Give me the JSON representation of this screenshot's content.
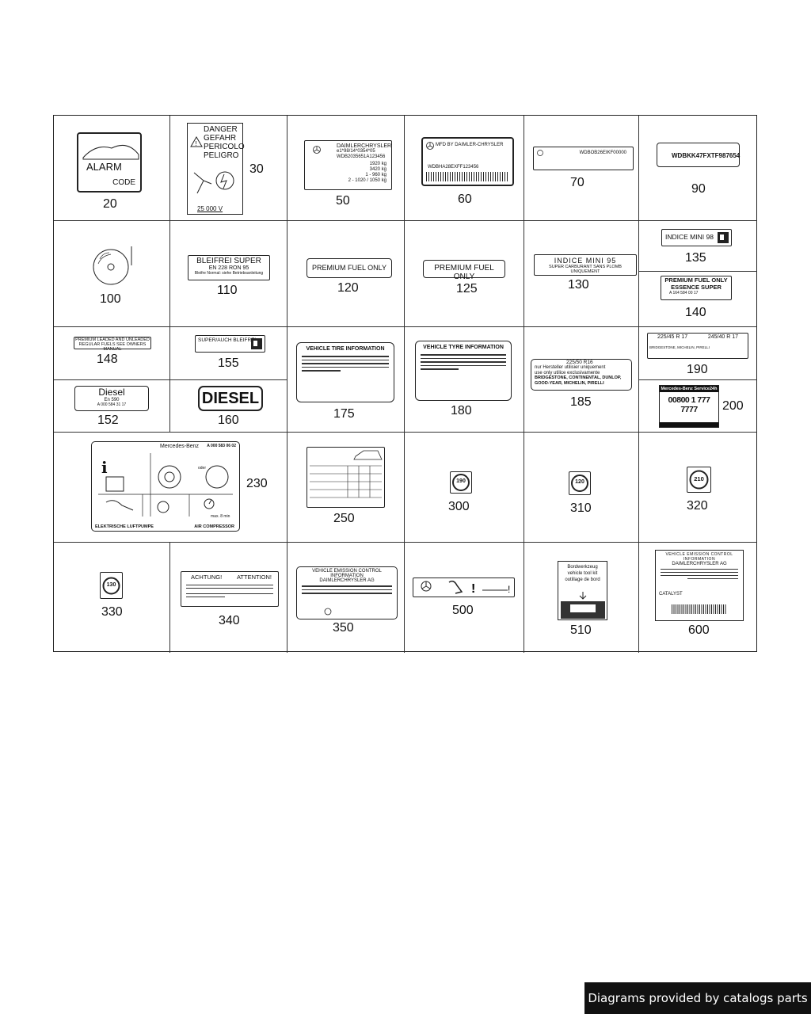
{
  "footer": "Diagrams provided by catalogs parts",
  "labels": {
    "alarm": {
      "title": "ALARM",
      "code": "CODE"
    },
    "danger": {
      "lines": [
        "DANGER",
        "GEFAHR",
        "PERICOLO",
        "PELIGRO"
      ],
      "voltage": "25 000 V"
    },
    "plate50": {
      "brand": "DAIMLERCHRYSLER",
      "l2": "e1*98/14*0354*05",
      "l3": "WDB2035651A123456",
      "l4": "1920 kg",
      "l5": "3420 kg",
      "l6": "1 - 960 kg",
      "l7": "2 - 1020 / 1050 kg"
    },
    "plate60": {
      "mfd": "MFD BY DAIMLER-CHRYSLER",
      "vin": "WDBHA28EXFF123456"
    },
    "vin70": "WDBOB26EIKF00000",
    "vin90": "WDBKK47FXTF987654",
    "l110": {
      "title": "BLEIFREI SUPER",
      "l2": "EN 228 RON 95",
      "l3": "Bleifre Normal: siehe Betriebsanleitung"
    },
    "l120": "PREMIUM FUEL ONLY",
    "l125": "PREMIUM FUEL ONLY",
    "l130": {
      "title": "INDICE MINI 95",
      "sub": "SUPER CARBURANT SANS PLOMB UNIQUEMENT"
    },
    "l135": "INDICE MINI 98",
    "l140": {
      "l1": "PREMIUM FUEL ONLY",
      "l2": "ESSENCE SUPER",
      "l3": "A 164 584 00 17"
    },
    "l148": {
      "l1": "PREMIUM LEADED AND UNLEADED",
      "l2": "REGULAR FUELS SEE OWNERS MANUAL"
    },
    "l152": {
      "l1": "Diesel",
      "l2": "En 590",
      "l3": "A 000 584 31 17"
    },
    "l155": "SUPER/AUCH BLEIFREI",
    "l160": "DIESEL",
    "l175": "VEHICLE TIRE INFORMATION",
    "l180": "VEHICLE TYRE INFORMATION",
    "l185": {
      "size": "225/50 R16",
      "l2": "nur Hersteller utilisier uniquement",
      "l3": "use only utilice exclusivamente",
      "l4": "BRIDGESTONE, CONTINENTAL, DUNLOP,",
      "l5": "GOOD-YEAR, MICHELIN, PIRELLI"
    },
    "l190": {
      "a": "225/45 R 17",
      "b": "245/40 R 17",
      "l3": "BRIDGESTONE, MICHELIN, PIRELLI"
    },
    "l200": {
      "title": "Mercedes-Benz Service24h",
      "phone": "00800 1 777 7777"
    },
    "l230": {
      "brand": "Mercedes-Benz",
      "part": "A 000 583 06 02",
      "left": "ELEKTRISCHE LUFTPUMPE",
      "right": "AIR COMPRESSOR",
      "time": "max. 8 min",
      "oder": "oder"
    },
    "l300": "190",
    "l310": "120",
    "l320": "210",
    "l330": "130",
    "l340": {
      "a": "ACHTUNG!",
      "b": "ATTENTION!"
    },
    "l350": {
      "l1": "VEHICLE EMISSION CONTROL INFORMATION",
      "l2": "DAIMLERCHRYSLER AG"
    },
    "l510": {
      "l1": "Bordwerkzeug",
      "l2": "vehicle tool kit",
      "l3": "outillage de bord"
    },
    "l600": {
      "l1": "VEHICLE EMISSION CONTROL INFORMATION",
      "l2": "DAIMLERCHRYSLER AG",
      "l3": "CATALYST"
    }
  },
  "numbers": {
    "n20": "20",
    "n30": "30",
    "n50": "50",
    "n60": "60",
    "n70": "70",
    "n90": "90",
    "n100": "100",
    "n110": "110",
    "n120": "120",
    "n125": "125",
    "n130": "130",
    "n135": "135",
    "n140": "140",
    "n148": "148",
    "n152": "152",
    "n155": "155",
    "n160": "160",
    "n175": "175",
    "n180": "180",
    "n185": "185",
    "n190": "190",
    "n200": "200",
    "n230": "230",
    "n250": "250",
    "n300": "300",
    "n310": "310",
    "n320": "320",
    "n330": "330",
    "n340": "340",
    "n350": "350",
    "n500": "500",
    "n510": "510",
    "n600": "600"
  }
}
